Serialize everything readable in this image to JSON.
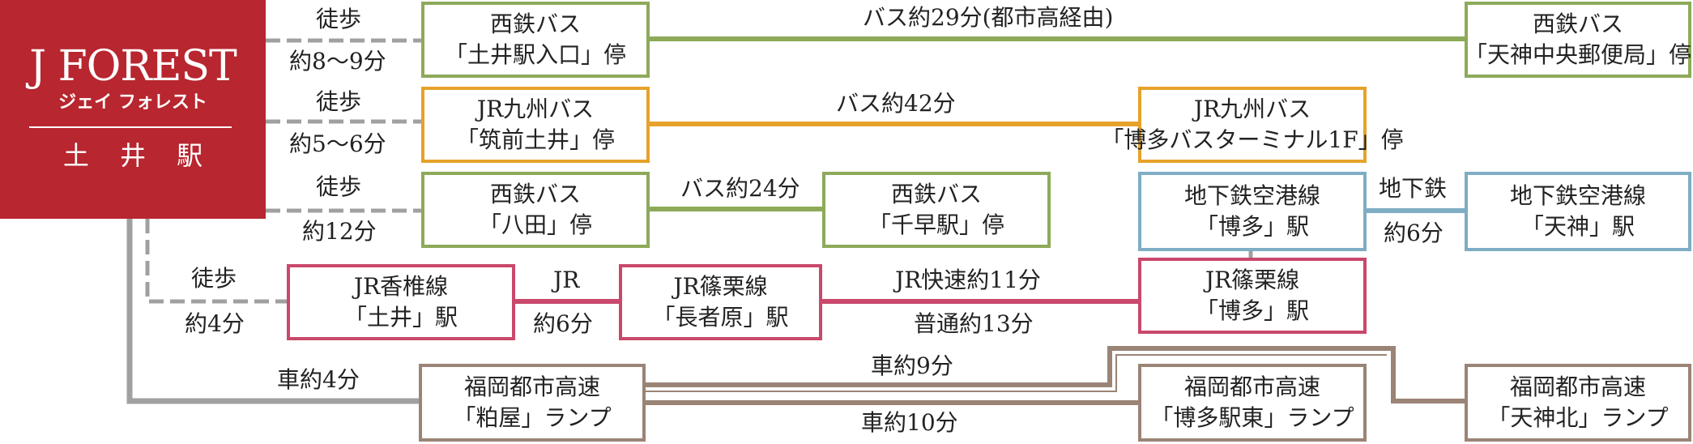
{
  "logo": {
    "brand": "J FOREST",
    "kana": "ジェイ フォレスト",
    "station": "土 井 駅"
  },
  "boxes": {
    "b1a": [
      "西鉄バス",
      "「土井駅入口」停"
    ],
    "b1b": [
      "西鉄バス",
      "「天神中央郵便局」停"
    ],
    "b2a": [
      "JR九州バス",
      "「筑前土井」停"
    ],
    "b2b": [
      "JR九州バス",
      "「博多バスターミナル1F」停"
    ],
    "b3a": [
      "西鉄バス",
      "「八田」停"
    ],
    "b3b": [
      "西鉄バス",
      "「千早駅」停"
    ],
    "b3c": [
      "地下鉄空港線",
      "「博多」駅"
    ],
    "b3d": [
      "地下鉄空港線",
      "「天神」駅"
    ],
    "b4a": [
      "JR香椎線",
      "「土井」駅"
    ],
    "b4b": [
      "JR篠栗線",
      "「長者原」駅"
    ],
    "b4c": [
      "JR篠栗線",
      "「博多」駅"
    ],
    "b5a": [
      "福岡都市高速",
      "「粕屋」ランプ"
    ],
    "b5b": [
      "福岡都市高速",
      "「博多駅東」ランプ"
    ],
    "b5c": [
      "福岡都市高速",
      "「天神北」ランプ"
    ]
  },
  "labels": {
    "walk1_top": "徒歩",
    "walk1_bottom": "約8～9分",
    "walk2_top": "徒歩",
    "walk2_bottom": "約5～6分",
    "walk3_top": "徒歩",
    "walk3_bottom": "約12分",
    "walk4_top": "徒歩",
    "walk4_bottom": "約4分",
    "car_main": "車約4分",
    "bus29": "バス約29分(都市高経由)",
    "bus42": "バス約42分",
    "bus24": "バス約24分",
    "subway_top": "地下鉄",
    "subway_bottom": "約6分",
    "jr_top": "JR",
    "jr_bottom": "約6分",
    "jr_rapid": "JR快速約11分",
    "jr_local": "普通約13分",
    "car9": "車約9分",
    "car10": "車約10分"
  },
  "colors": {
    "logo": "#b8262f",
    "green": "#8daa5a",
    "orange": "#e6a22a",
    "blue": "#7eadc4",
    "pink": "#c9486b",
    "brown": "#9a8476",
    "gray": "#9c9c9c"
  }
}
